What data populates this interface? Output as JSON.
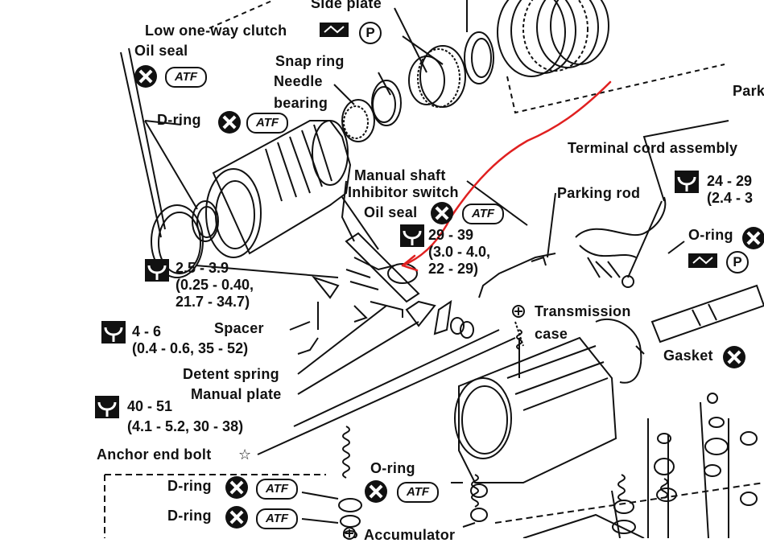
{
  "labels": {
    "side_plate": "Side plate",
    "low_one_way_clutch": "Low one-way clutch",
    "oil_seal_top": "Oil seal",
    "snap_ring": "Snap ring",
    "needle": "Needle",
    "bearing": "bearing",
    "d_ring_left": "D-ring",
    "park": "Park",
    "terminal_cord": "Terminal cord assembly",
    "manual_shaft": "Manual shaft",
    "inhibitor_switch": "Inhibitor switch",
    "oil_seal_mid": "Oil seal",
    "parking_rod": "Parking rod",
    "o_ring_right": "O-ring",
    "spacer": "Spacer",
    "transmission": "Transmission",
    "case": "case",
    "gasket": "Gasket",
    "detent_spring": "Detent spring",
    "manual_plate": "Manual plate",
    "anchor_end_bolt": "Anchor end bolt",
    "anchor_star": "☆",
    "o_ring_bottom": "O-ring",
    "d_ring_bottom1": "D-ring",
    "d_ring_bottom2": "D-ring",
    "accumulator": "Accumulator"
  },
  "badges": {
    "atf": "ATF",
    "p": "P"
  },
  "specs": {
    "s1": [
      "2.5 - 3.9",
      "(0.25 - 0.40,",
      "21.7 - 34.7)"
    ],
    "s2": [
      "4 - 6",
      "(0.4 - 0.6, 35 - 52)"
    ],
    "s3": [
      "40 - 51",
      "(4.1 - 5.2, 30 - 38)"
    ],
    "s4": [
      "29 - 39",
      "(3.0 - 4.0,",
      "22 - 29)"
    ],
    "s5": [
      "24 - 29",
      "(2.4 - 3"
    ]
  },
  "colors": {
    "ink": "#111111",
    "annotation": "#e02020"
  },
  "icons": [
    "no-reuse-x-icon",
    "atf-badge-icon",
    "petroleum-jelly-p-icon",
    "torque-wrench-icon",
    "grease-apply-icon",
    "sealant-icon"
  ]
}
